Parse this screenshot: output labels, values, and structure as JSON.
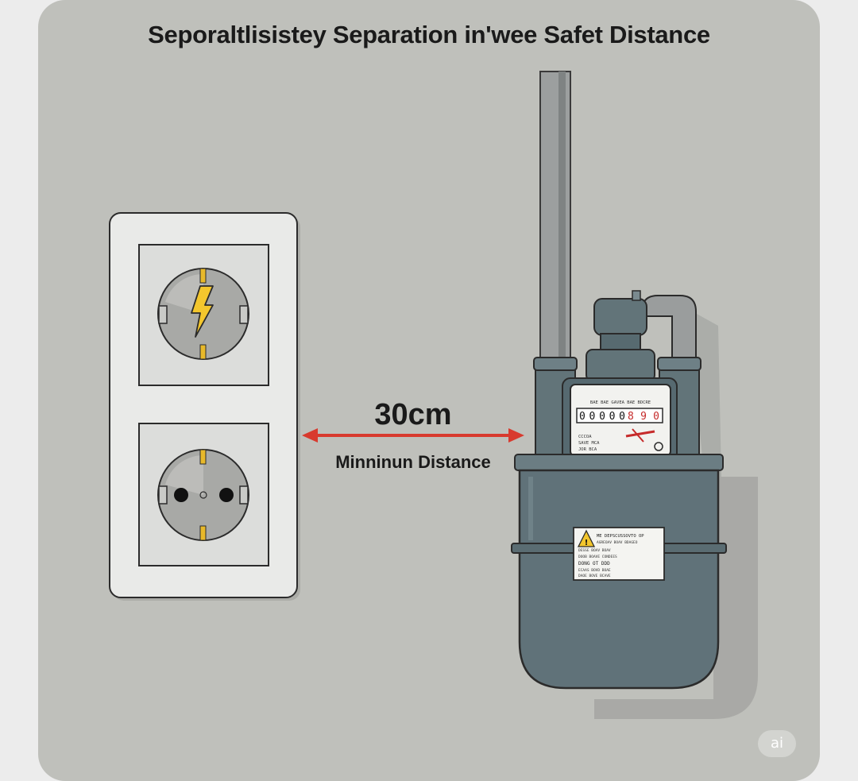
{
  "title": "Seporaltlisistey Separation in'wee Safet Distance",
  "distance": {
    "value": "30cm",
    "caption": "Minninun Distance"
  },
  "meter": {
    "header_text": "BAE BAE GAVEA BAE BDCRE",
    "counter": "00000",
    "counter_red": "890",
    "label_lines": [
      "CCCOA",
      "SAVE MCA",
      "JOR BCA"
    ],
    "warning_title": "ME DEPSCUSSOVTO OP",
    "warning_lines": [
      "AGREOAV BOAV BDAGEO",
      "DESSE BOAV BOAV",
      "DOOB BOAVE CONDEES",
      "DONG OT DDD",
      "ECAAS BOVD BOAE",
      "DAOE BOVE BCAVE"
    ]
  },
  "watermark": "ai",
  "colors": {
    "background": "#bfc0bb",
    "outlet_plate": "#e9eae8",
    "meter_body": "#5f7178",
    "arrow": "#d83a2e",
    "bolt": "#f3c62d"
  },
  "icons": [
    "lightning-bolt-icon",
    "warning-triangle-icon"
  ]
}
